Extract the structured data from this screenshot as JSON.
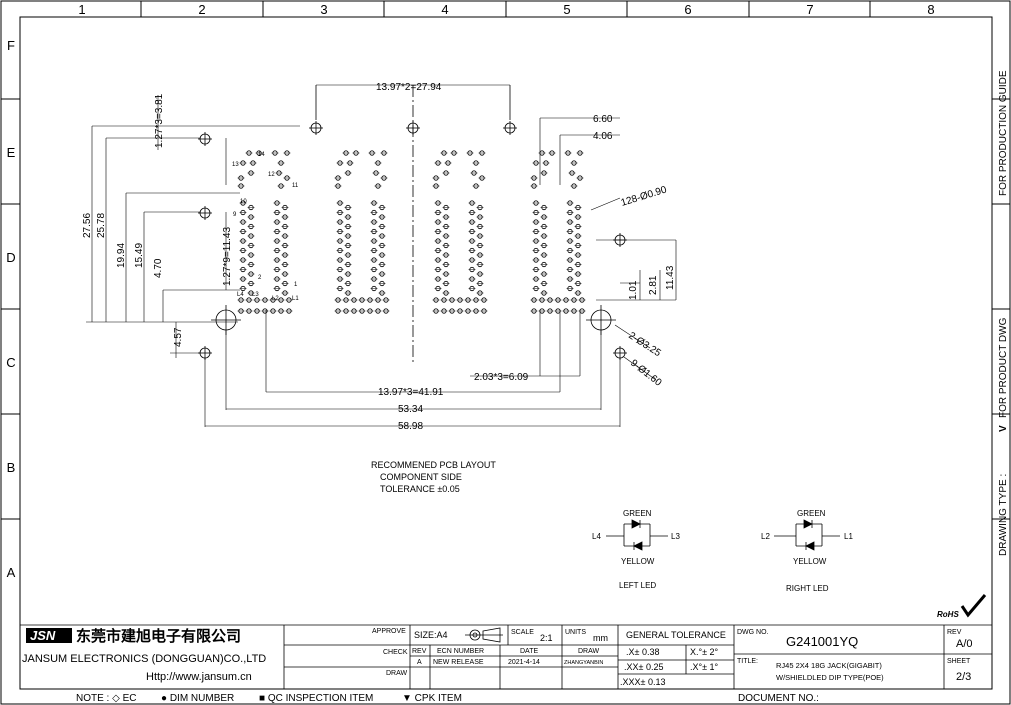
{
  "border": {
    "columns": [
      "1",
      "2",
      "3",
      "4",
      "5",
      "6",
      "7",
      "8"
    ],
    "rows": [
      "F",
      "E",
      "D",
      "C",
      "B",
      "A"
    ]
  },
  "side_notes": {
    "production_guide": "FOR PRODUCTION GUIDE",
    "product_dwg_mark": "V",
    "product_dwg": "FOR PRODUCT DWG",
    "drawing_type": "DRAWING TYPE :"
  },
  "dimensions": {
    "top_span": "13.97*2=27.94",
    "pitch_top": "1.27*3=3.81",
    "pitch_mid": "1.27*9=11.43",
    "dim_27_56": "27.56",
    "dim_25_78": "25.78",
    "dim_19_94": "19.94",
    "dim_15_49": "15.49",
    "dim_4_70": "4.70",
    "dim_4_57": "4.57",
    "dim_6_60": "6.60",
    "dim_4_06": "4.06",
    "holes_128": "128-Ø0.90",
    "dim_1_01": "1.01",
    "dim_2_81": "2.81",
    "dim_11_43": "11.43",
    "holes_2": "2-Ø3.25",
    "holes_9": "9-Ø1.60",
    "dim_2_03": "2.03*3=6.09",
    "bottom_41_91": "13.97*3=41.91",
    "bottom_53_34": "53.34",
    "bottom_58_98": "58.98"
  },
  "pin_labels": {
    "p14": "14",
    "p13": "13",
    "p12": "12",
    "p11": "11",
    "p10": "10",
    "p9": "9",
    "p2": "2",
    "p1": "1",
    "l1": "L1",
    "l2": "L2",
    "l3": "L3",
    "l4": "L4"
  },
  "pcb_note": [
    "RECOMMENED PCB LAYOUT",
    "COMPONENT SIDE",
    "TOLERANCE ±0.05"
  ],
  "led_left": {
    "top": "GREEN",
    "bottom": "YELLOW",
    "left": "L4",
    "right": "L3",
    "caption": "LEFT LED"
  },
  "led_right": {
    "top": "GREEN",
    "bottom": "YELLOW",
    "left": "L2",
    "right": "L1",
    "caption": "RIGHT LED"
  },
  "rohs": "RoHS",
  "company": {
    "logo_text": "JSN",
    "name_cn": "东莞市建旭电子有限公司",
    "name_en": "JANSUM ELECTRONICS (DONGGUAN)CO.,LTD",
    "web": "Http://www.jansum.cn"
  },
  "title_block": {
    "approve": "APPROVE",
    "check": "CHECK",
    "draw": "DRAW",
    "size_label": "SIZE:",
    "size_value": "A4",
    "scale_label": "SCALE",
    "scale_value": "2:1",
    "units_label": "UNITS",
    "units_value": "mm",
    "rev_h": "REV",
    "ecn_h": "ECN NUMBER",
    "date_h": "DATE",
    "draw_h": "DRAW",
    "rev_v": "A",
    "ecn_v": "NEW RELEASE",
    "date_v": "2021-4-14",
    "draw_v": "ZHANGYANBIN",
    "tol_title": "GENERAL TOLERANCE",
    "tol_1a": ".X± 0.38",
    "tol_1b": "X.°± 2°",
    "tol_2a": ".XX± 0.25",
    "tol_2b": ".X°± 1°",
    "tol_3a": ".XXX± 0.13",
    "dwg_no_label": "DWG NO.",
    "dwg_no": "G241001YQ",
    "rev_label": "REV",
    "rev_value": "A/0",
    "title_label": "TITLE:",
    "title_line1": "RJ45 2X4 18G JACK(GIGABIT)",
    "title_line2": "W/SHIELDLED DIP TYPE(POE)",
    "sheet_label": "SHEET",
    "sheet_value": "2/3",
    "document_no": "DOCUMENT NO.:"
  },
  "footer": {
    "note": "NOTE : ◇ EC",
    "dim_number": "● DIM NUMBER",
    "qc": "■ QC INSPECTION ITEM",
    "cpk": "▼ CPK ITEM"
  }
}
